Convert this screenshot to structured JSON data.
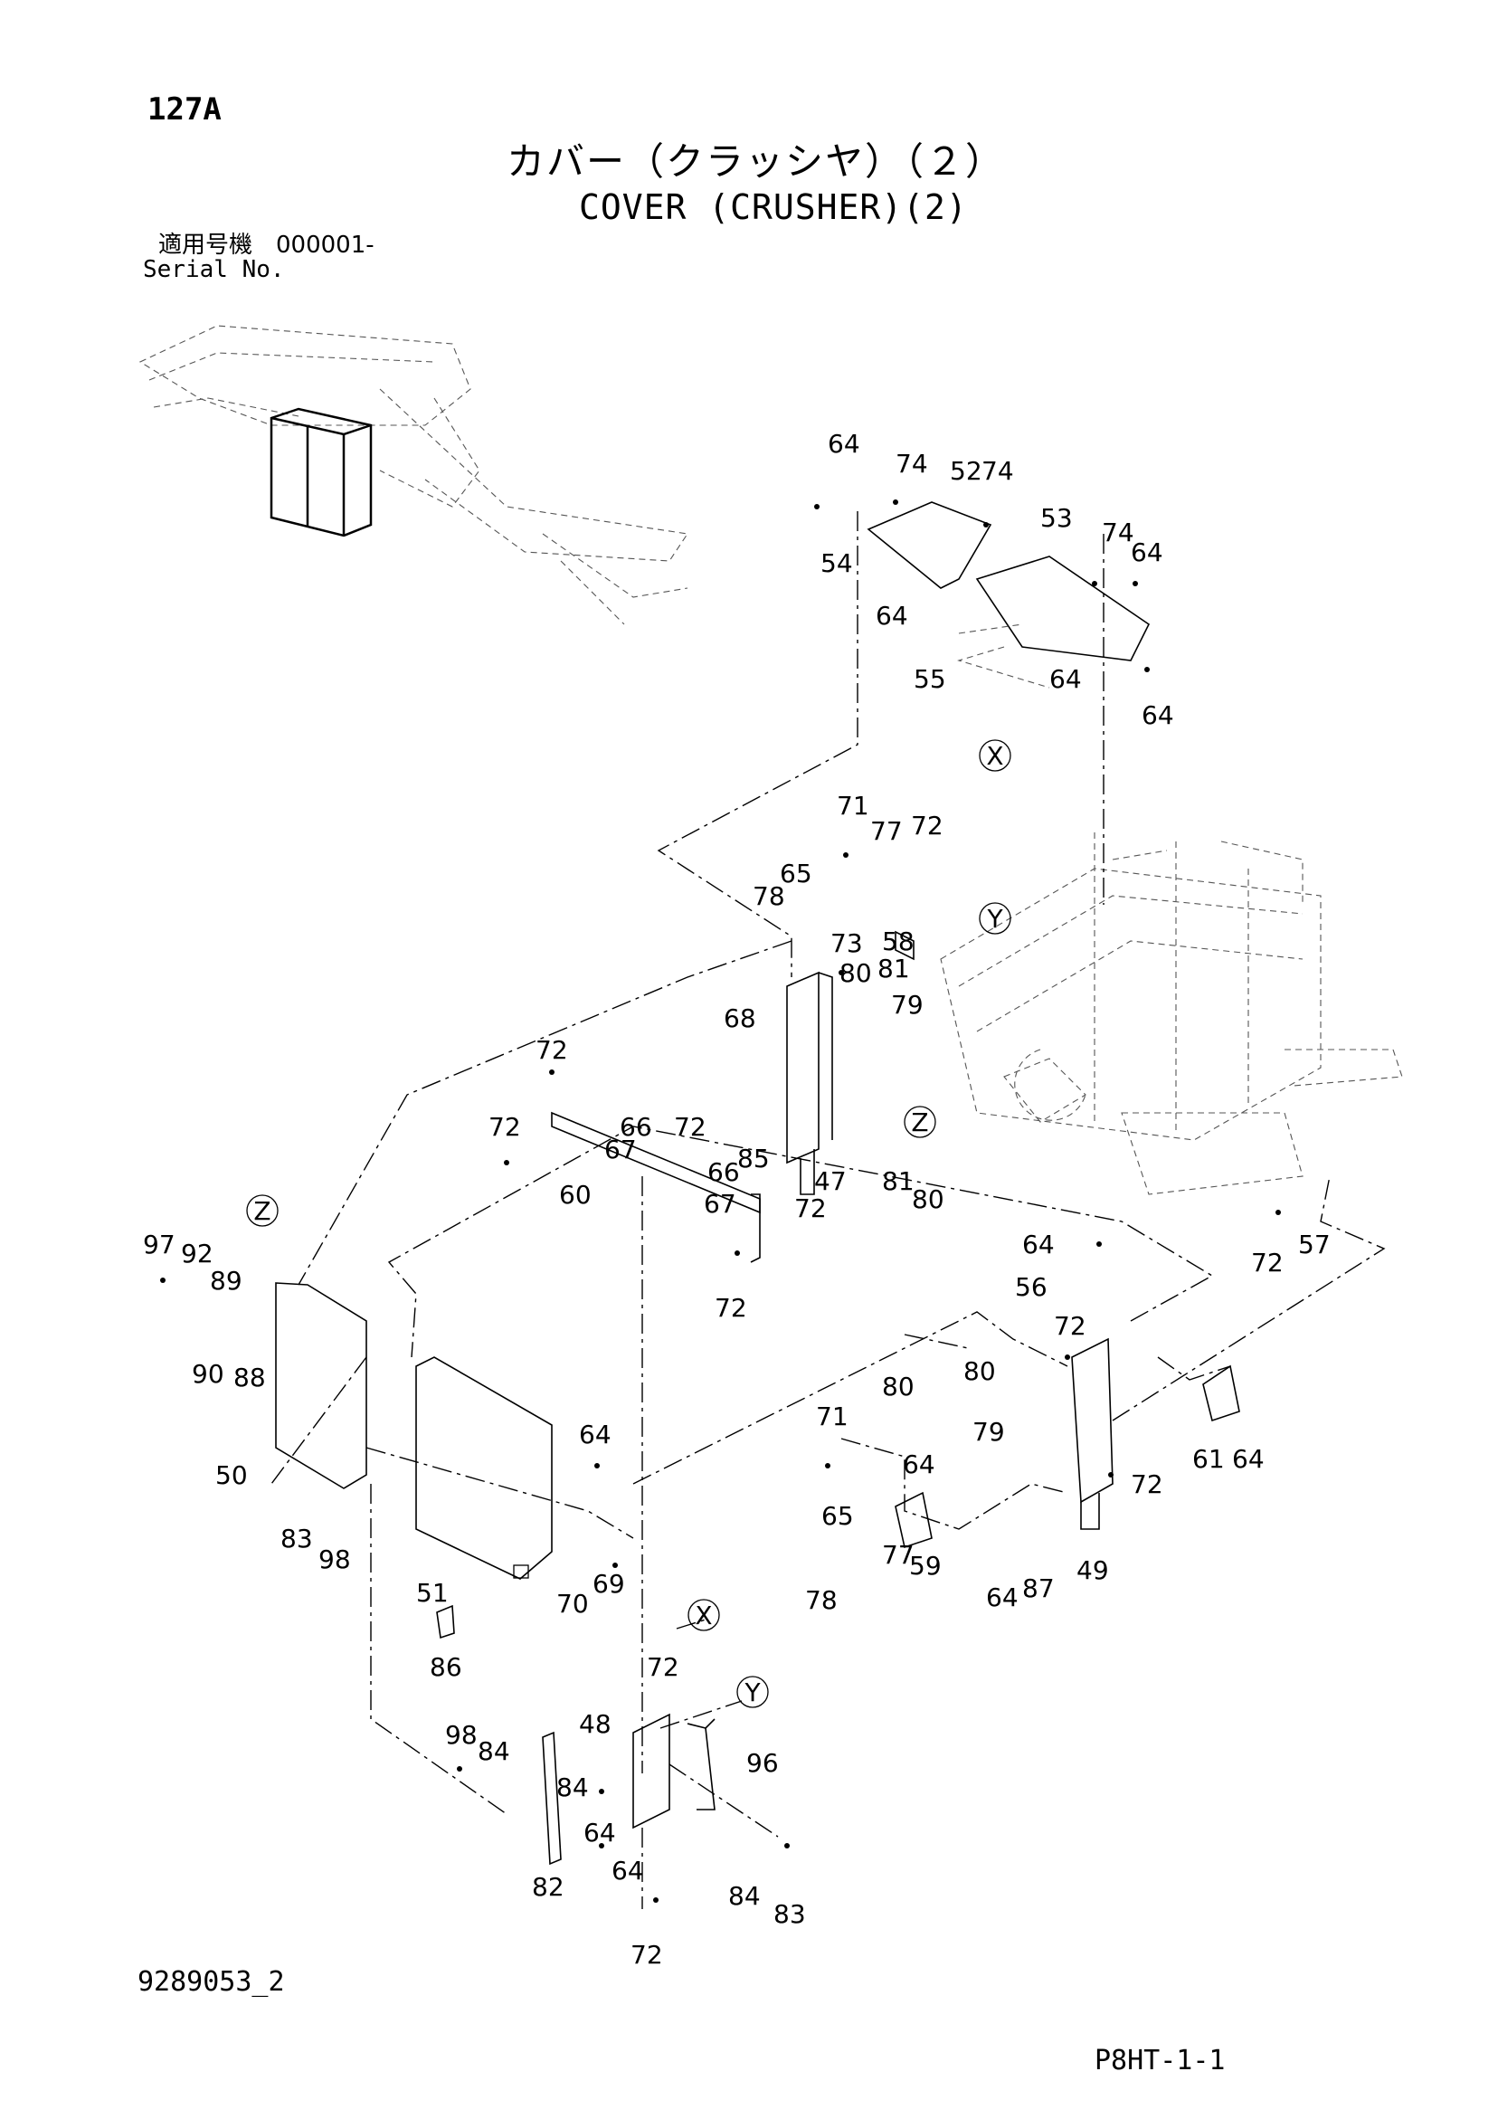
{
  "header": {
    "page_id": "127A",
    "title_jp": "カバー（クラッシヤ）（２）",
    "title_en": "COVER (CRUSHER)(2)",
    "serial_label_jp": "適用号機　000001-",
    "serial_label_en": "Serial No."
  },
  "footer": {
    "drawing_number": "9289053_2",
    "page_code": "P8HT-1-1"
  },
  "reference_marks": [
    "X",
    "Y",
    "Z"
  ],
  "part_callouts": [
    "47",
    "48",
    "49",
    "50",
    "51",
    "52",
    "53",
    "54",
    "55",
    "56",
    "57",
    "58",
    "59",
    "60",
    "61",
    "64",
    "65",
    "66",
    "67",
    "68",
    "69",
    "70",
    "71",
    "72",
    "73",
    "74",
    "77",
    "78",
    "79",
    "80",
    "81",
    "82",
    "83",
    "84",
    "85",
    "86",
    "87",
    "88",
    "89",
    "90",
    "92",
    "96",
    "97",
    "98"
  ]
}
